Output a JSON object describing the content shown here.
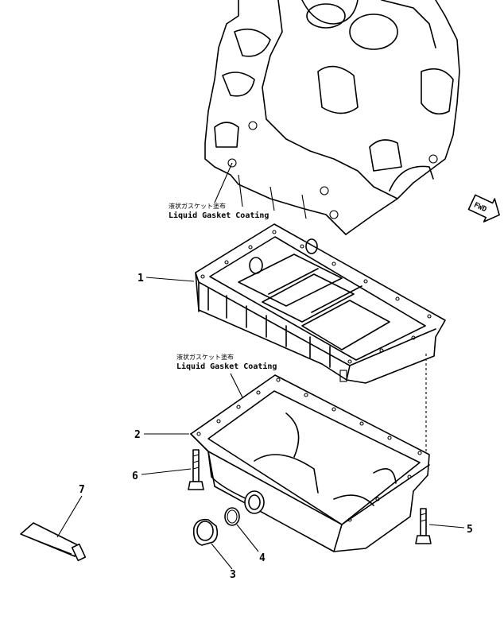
{
  "notes": [
    {
      "jp": "液状ガスケット塗布",
      "en": "Liquid Gasket Coating"
    },
    {
      "jp": "液状ガスケット塗布",
      "en": "Liquid Gasket Coating"
    }
  ],
  "fwd_label": "FWD",
  "callouts": [
    "1",
    "2",
    "3",
    "4",
    "5",
    "6",
    "7"
  ]
}
